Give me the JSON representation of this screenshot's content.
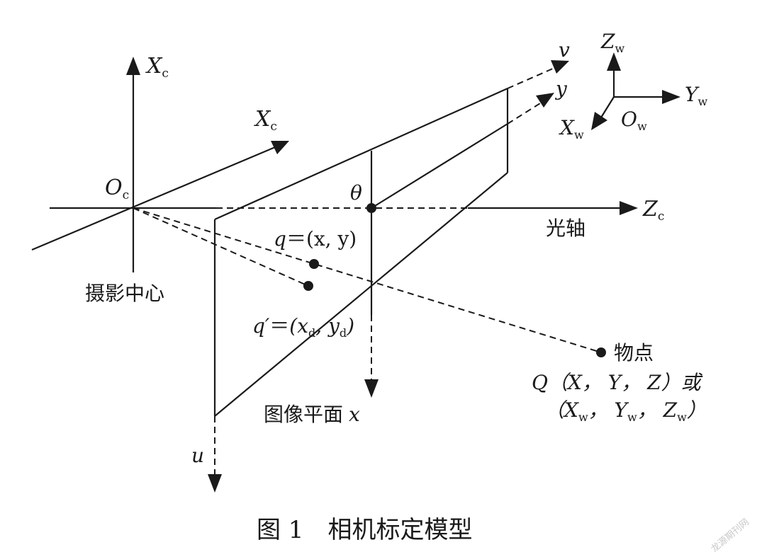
{
  "labels": {
    "xc_vertical": "X",
    "xc_vertical_sub": "c",
    "xc_diag": "X",
    "xc_diag_sub": "c",
    "oc": "O",
    "oc_sub": "c",
    "theta": "θ",
    "zc": "Z",
    "zc_sub": "c",
    "optical_axis": "光轴",
    "v": "v",
    "y": "y",
    "u": "u",
    "zw": "Z",
    "zw_sub": "w",
    "yw": "Y",
    "yw_sub": "w",
    "xw": "X",
    "xw_sub": "w",
    "ow": "O",
    "ow_sub": "w",
    "camera_center": "摄影中心",
    "q_prefix": "q",
    "q_eq": "＝",
    "q_tuple": "(x, y)",
    "qd_prefix": "q′",
    "qd_eq": "＝",
    "qd_open": "(x",
    "qd_sub1": "d",
    "qd_mid": ", y",
    "qd_sub2": "d",
    "qd_close": ")",
    "object_point": "物点",
    "obj_coords_line1": "Q（X， Y， Z）或",
    "obj_coords_line2_open": "（X",
    "obj_coords_line2_sub1": "w",
    "obj_coords_line2_mid1": "， Y",
    "obj_coords_line2_sub2": "w",
    "obj_coords_line2_mid2": "， Z",
    "obj_coords_line2_sub3": "w",
    "obj_coords_line2_close": "）",
    "image_plane": "图像平面",
    "image_plane_x": "x"
  },
  "caption": {
    "fig_no": "图 1",
    "title": "相机标定模型"
  },
  "watermark": "龙源期刊网"
}
